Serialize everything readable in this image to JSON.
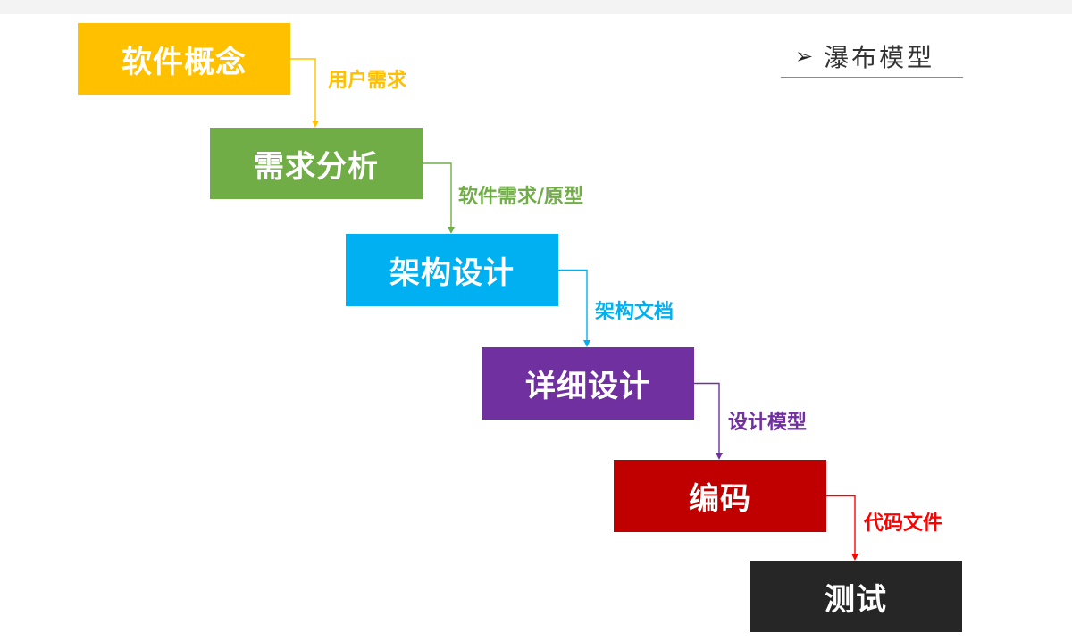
{
  "title": {
    "arrow_glyph": "➢",
    "text": "瀑布模型"
  },
  "stages": [
    {
      "label": "软件概念",
      "color": "#ffc000"
    },
    {
      "label": "需求分析",
      "color": "#70ad47"
    },
    {
      "label": "架构设计",
      "color": "#00b0f0"
    },
    {
      "label": "详细设计",
      "color": "#7030a0"
    },
    {
      "label": "编码",
      "color": "#c00000"
    },
    {
      "label": "测试",
      "color": "#262626"
    }
  ],
  "connectors": [
    {
      "label": "用户需求",
      "color": "#ffc000"
    },
    {
      "label": "软件需求/原型",
      "color": "#70ad47"
    },
    {
      "label": "架构文档",
      "color": "#00b0f0"
    },
    {
      "label": "设计模型",
      "color": "#7030a0"
    },
    {
      "label": "代码文件",
      "color": "#ff0000"
    }
  ]
}
